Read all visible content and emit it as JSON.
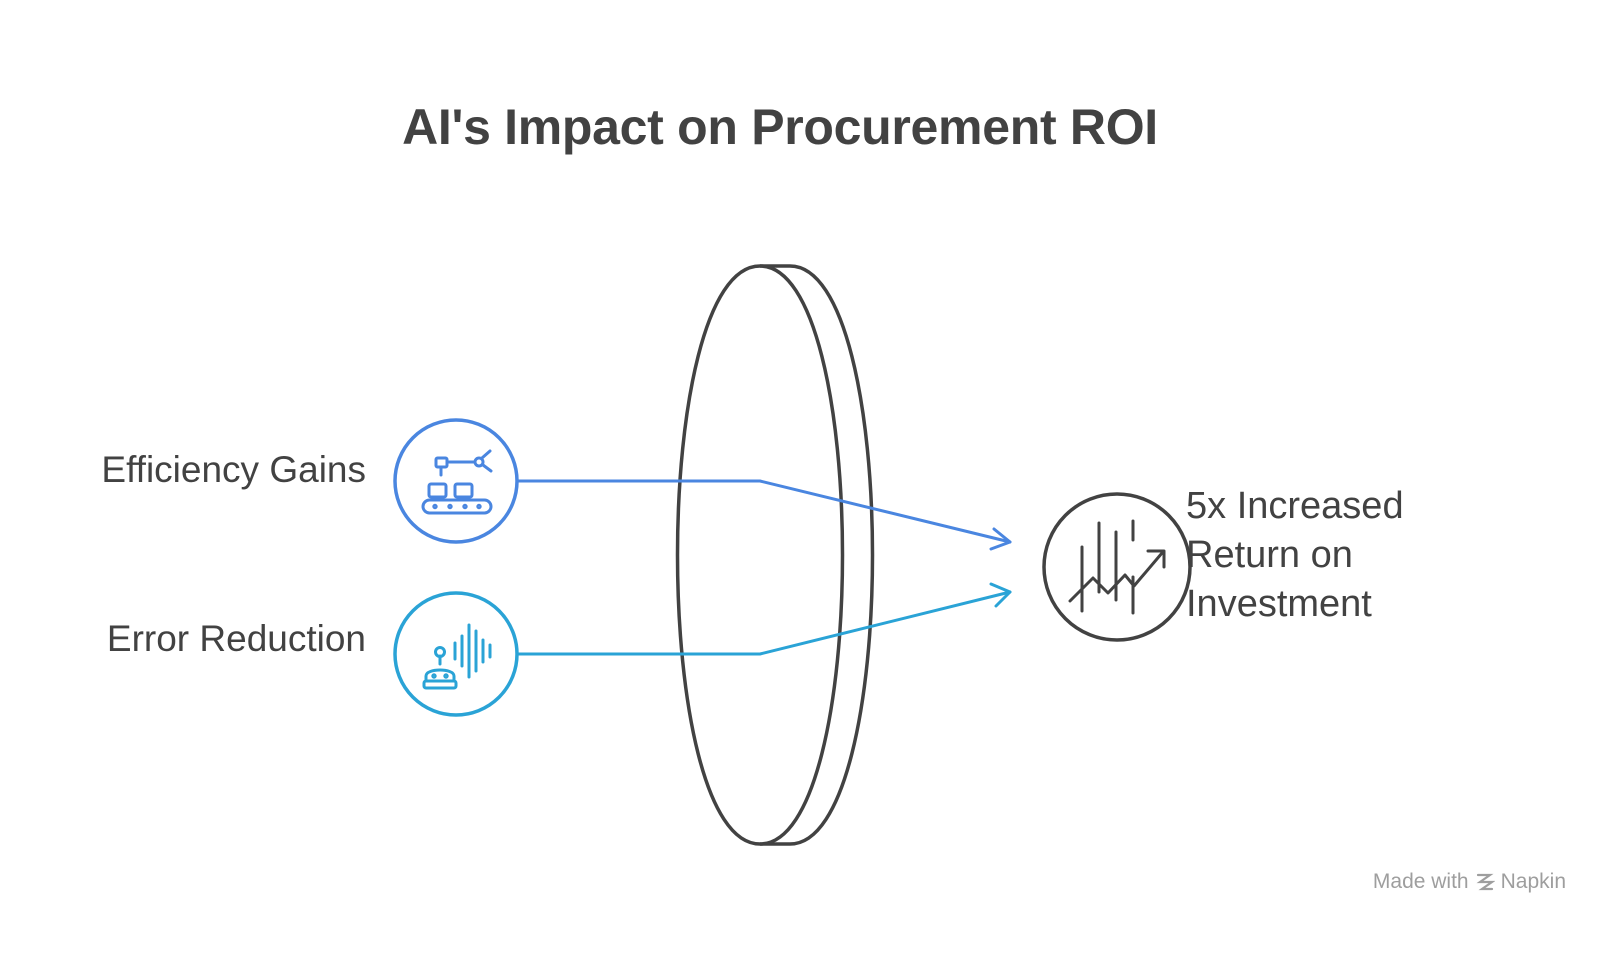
{
  "title": "AI's Impact on Procurement ROI",
  "inputs": [
    {
      "label": "Efficiency Gains",
      "icon": "robotic-conveyor-icon",
      "color": "#4a86e0"
    },
    {
      "label": "Error Reduction",
      "icon": "robot-soundwave-icon",
      "color": "#2aa3d6"
    }
  ],
  "output": {
    "lines": [
      "5x Increased",
      "Return on",
      "Investment"
    ],
    "icon": "growth-chart-arrow-icon",
    "color": "#424242"
  },
  "lens": {
    "icon": "lens-disc",
    "color": "#424242"
  },
  "watermark": {
    "prefix": "Made with",
    "brand": "Napkin"
  }
}
